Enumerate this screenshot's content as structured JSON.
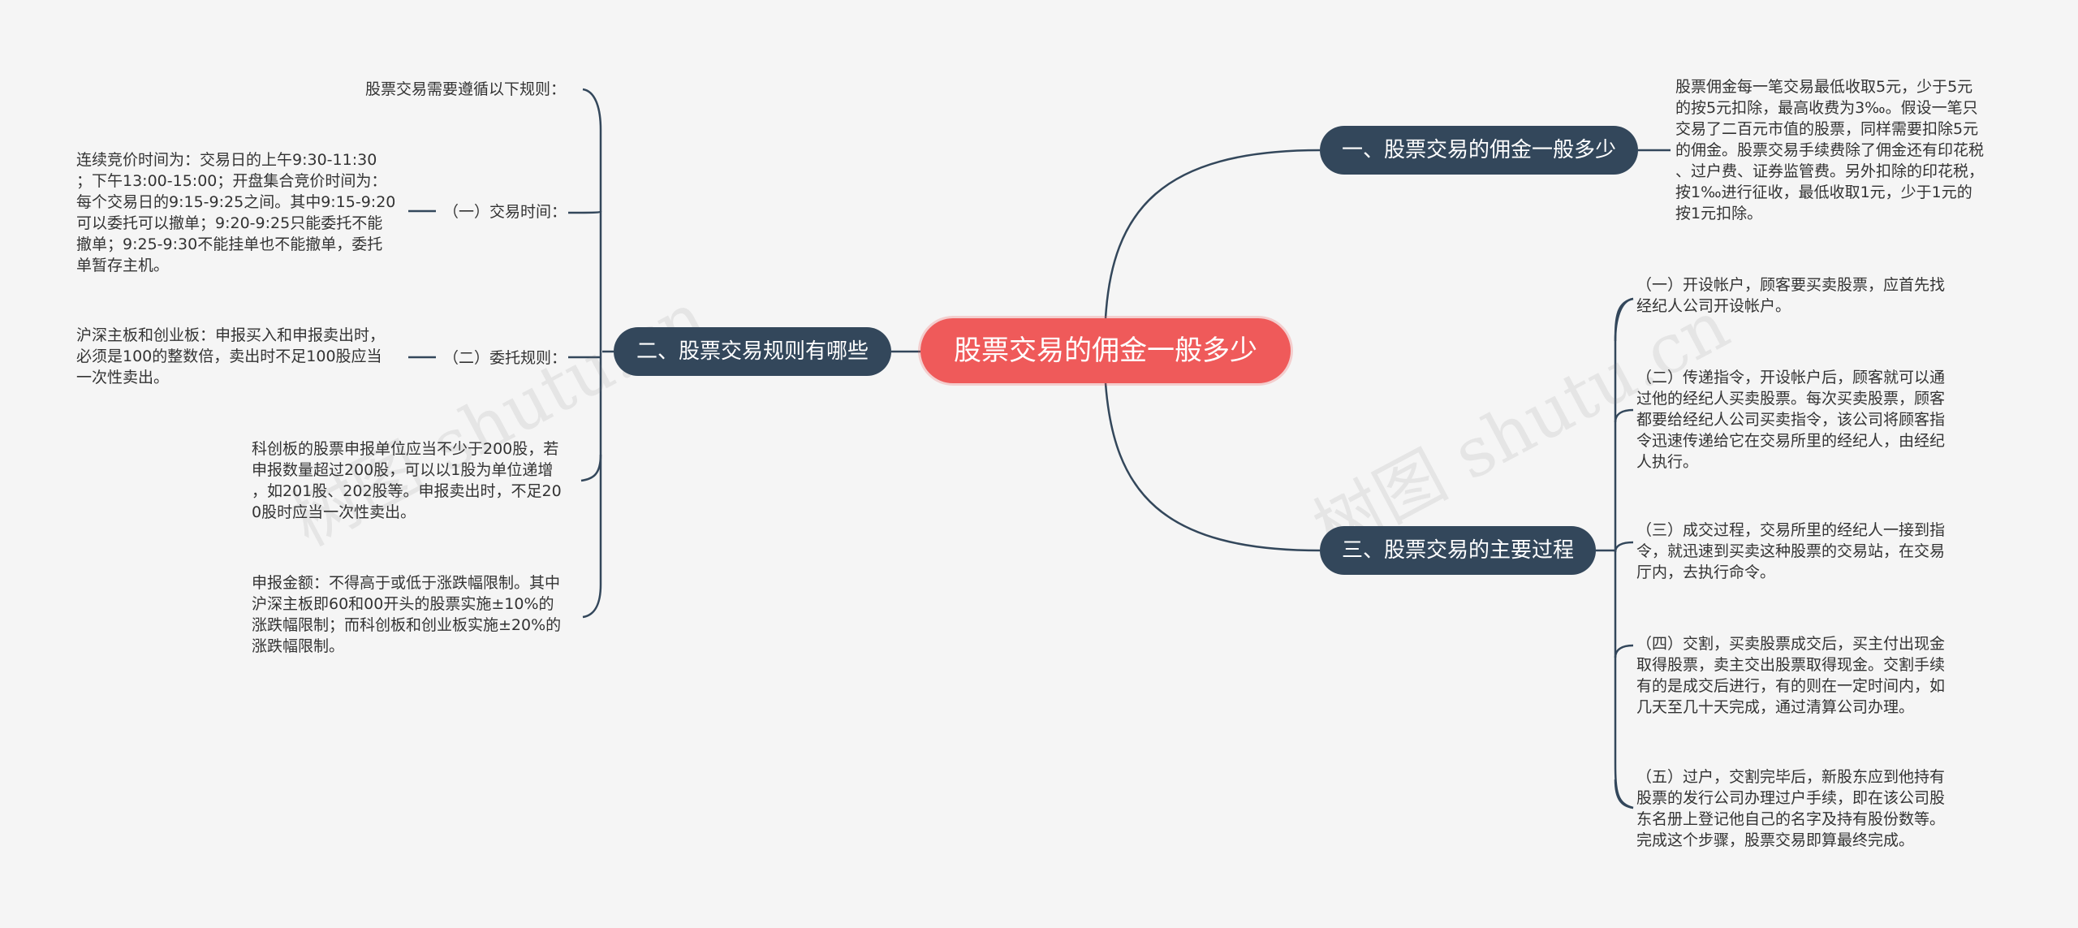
{
  "central": {
    "label": "股票交易的佣金一般多少"
  },
  "branches": {
    "b1": {
      "label": "一、股票交易的佣金一般多少",
      "text": "股票佣金每一笔交易最低收取5元，少于5元\n的按5元扣除，最高收费为3‰。假设一笔只\n交易了二百元市值的股票，同样需要扣除5元\n的佣金。股票交易手续费除了佣金还有印花税\n、过户费、证券监管费。另外扣除的印花税，\n按1‰进行征收，最低收取1元，少于1元的\n按1元扣除。"
    },
    "b2": {
      "label": "二、股票交易规则有哪些",
      "intro": "股票交易需要遵循以下规则：",
      "trading_time_label": "（一）交易时间：",
      "trading_time_text": "连续竞价时间为：交易日的上午9:30-11:30\n；下午13:00-15:00；开盘集合竞价时间为：\n每个交易日的9:15-9:25之间。其中9:15-9:20\n可以委托可以撤单；9:20-9:25只能委托不能\n撤单；9:25-9:30不能挂单也不能撤单，委托\n单暂存主机。",
      "entrust_label": "（二）委托规则：",
      "entrust_text": "沪深主板和创业板：申报买入和申报卖出时，\n必须是100的整数倍，卖出时不足100股应当\n一次性卖出。",
      "star_text": "科创板的股票申报单位应当不少于200股，若\n申报数量超过200股，可以以1股为单位递增\n，如201股、202股等。申报卖出时，不足20\n0股时应当一次性卖出。",
      "amount_text": "申报金额：不得高于或低于涨跌幅限制。其中\n沪深主板即60和00开头的股票实施±10%的\n涨跌幅限制；而科创板和创业板实施±20%的\n涨跌幅限制。"
    },
    "b3": {
      "label": "三、股票交易的主要过程",
      "steps": [
        "（一）开设帐户，顾客要买卖股票，应首先找\n经纪人公司开设帐户。",
        "（二）传递指令，开设帐户后，顾客就可以通\n过他的经纪人买卖股票。每次买卖股票，顾客\n都要给经纪人公司买卖指令，该公司将顾客指\n令迅速传递给它在交易所里的经纪人，由经纪\n人执行。",
        "（三）成交过程，交易所里的经纪人一接到指\n令，就迅速到买卖这种股票的交易站，在交易\n厅内，去执行命令。",
        "（四）交割，买卖股票成交后，买主付出现金\n取得股票，卖主交出股票取得现金。交割手续\n有的是成交后进行，有的则在一定时间内，如\n几天至几十天完成，通过清算公司办理。",
        "（五）过户，交割完毕后，新股东应到他持有\n股票的发行公司办理过户手续，即在该公司股\n东名册上登记他自己的名字及持有股份数等。\n完成这个步骤，股票交易即算最终完成。"
      ]
    }
  },
  "watermarks": [
    "树图 shutu.cn",
    "树图 shutu.cn"
  ],
  "colors": {
    "central_fill": "#ef5a5a",
    "branch_fill": "#33475b",
    "line": "#33475b",
    "background": "#f5f5f5"
  }
}
